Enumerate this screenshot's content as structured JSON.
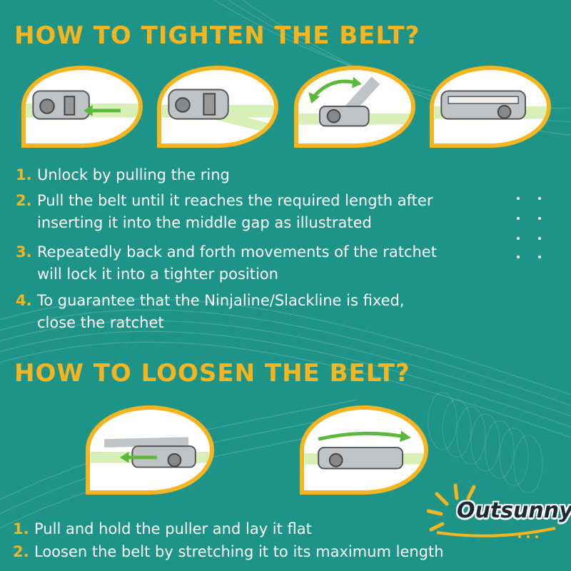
{
  "tighten": {
    "heading": "HOW TO TIGHTEN THE BELT?",
    "steps": [
      {
        "num": "1.",
        "text": "Unlock by pulling the ring"
      },
      {
        "num": "2.",
        "text": "Pull the belt until it reaches the required length after",
        "text2": "inserting it into the middle gap as illustrated"
      },
      {
        "num": "3.",
        "text": "Repeatedly back and forth movements of the ratchet",
        "text2": "will lock it into a tighter position"
      },
      {
        "num": "4.",
        "text": "To guarantee that the Ninjaline/Slackline is fixed,",
        "text2": "close the ratchet"
      }
    ]
  },
  "loosen": {
    "heading": "HOW TO LOOSEN THE BELT?",
    "steps": [
      {
        "num": "1.",
        "text": "Pull and hold the puller and lay it flat"
      },
      {
        "num": "2.",
        "text": "Loosen the belt by stretching it to its maximum length"
      }
    ]
  },
  "brand": {
    "name": "Outsunny"
  },
  "colors": {
    "background": "#1e9488",
    "accent": "#f6b51e",
    "belt": "#d8efb8",
    "arrow": "#5cb83a",
    "text": "#ffffff"
  }
}
